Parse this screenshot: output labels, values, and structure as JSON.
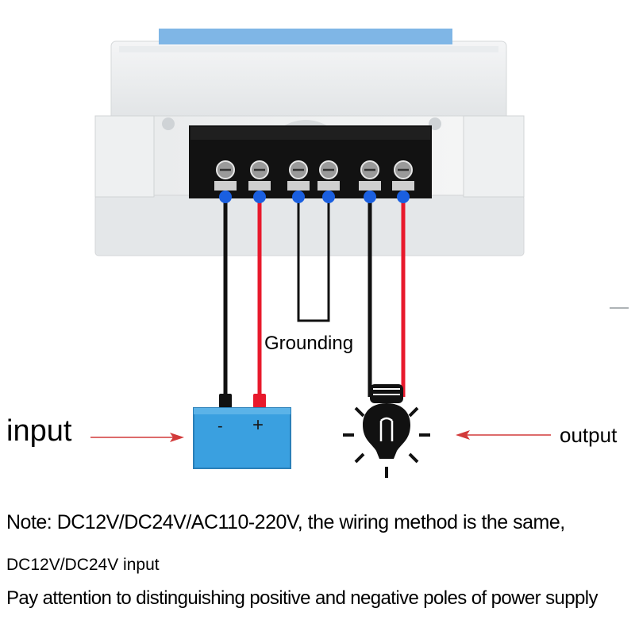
{
  "labels": {
    "input": "input",
    "output": "output",
    "grounding": "Grounding",
    "battery_negative": "-",
    "battery_positive": "+"
  },
  "notes": {
    "line1": "Note: DC12V/DC24V/AC110-220V, the wiring method is the same,",
    "line2": "DC12V/DC24V input",
    "line3": "Pay attention to distinguishing positive and negative poles of power supply"
  },
  "colors": {
    "wire_negative": "#111111",
    "wire_positive": "#e8192c",
    "terminal_dot": "#1a5fe0",
    "battery_body": "#3aa0e0",
    "arrow": "#d23a3a",
    "housing": "#eceeef",
    "terminal_block": "#151515"
  },
  "icons": {
    "battery": "battery-icon",
    "bulb": "light-bulb-icon"
  }
}
